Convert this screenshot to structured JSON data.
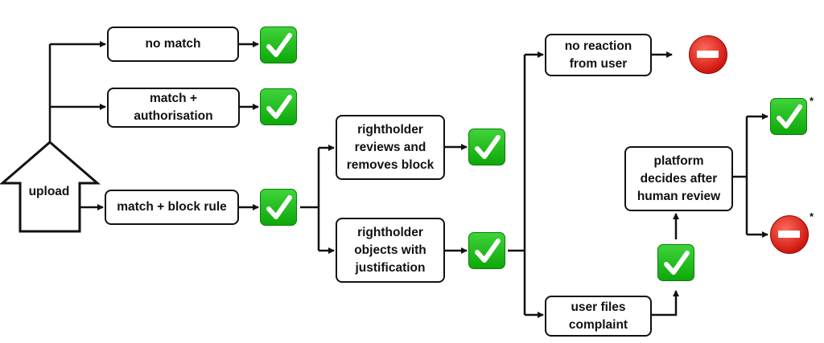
{
  "diagram": {
    "upload": "upload",
    "nodes": {
      "no_match": "no match",
      "match_authorisation": "match +\nauthorisation",
      "match_block_rule": "match + block rule",
      "reviews_removes": "rightholder\nreviews and\nremoves block",
      "objects": "rightholder\nobjects with\njustification",
      "no_reaction": "no reaction\nfrom user",
      "user_files": "user files\ncomplaint",
      "platform": "platform\ndecides after\nhuman review"
    },
    "footnote_marker": "*",
    "icons": {
      "allowed": "check-mark-icon",
      "blocked": "no-entry-icon"
    },
    "colors": {
      "check_green": "#1bbd16",
      "stop_red": "#d01810",
      "line": "#111111"
    }
  }
}
